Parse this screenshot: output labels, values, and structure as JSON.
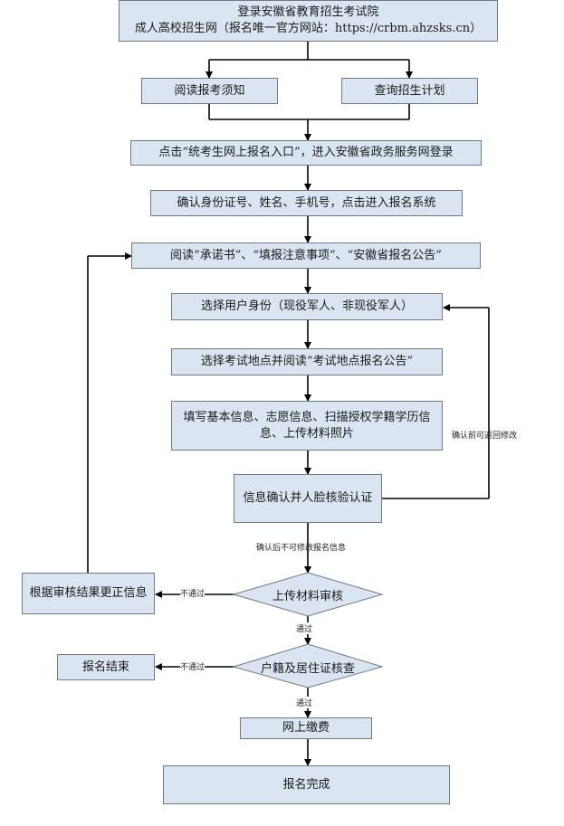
{
  "nodes": {
    "login_line1": "登录安徽省教育招生考试院",
    "login_line2": "成人高校招生网（报名唯一官方网站：https://crbm.ahzsks.cn）",
    "read_notice": "阅读报考须知",
    "query_plan": "查询招生计划",
    "click_entry": "点击“统考生网上报名入口”，进入安徽省政务服务网登录",
    "confirm_id": "确认身份证号、姓名、手机号，点击进入报名系统",
    "read_docs": "阅读“承诺书”、“填报注意事项”、“安徽省报名公告”",
    "select_identity": "选择用户身份（现役军人、非现役军人）",
    "select_site": "选择考试地点并阅读“考试地点报名公告”",
    "fill_info_line1": "填写基本信息、志愿信息、扫描授权学籍学历信",
    "fill_info_line2": "息、上传材料照片",
    "confirm_face": "信息确认并人脸核验认证",
    "upload_review": "上传材料审核",
    "correct_info": "根据审核结果更正信息",
    "residence_check": "户籍及居住证核查",
    "reg_end": "报名结束",
    "payment": "网上缴费",
    "reg_complete": "报名完成"
  },
  "edge_labels": {
    "modify_before_confirm": "确认前可返回修改",
    "no_modify_after_confirm": "确认后不可修改报名信息",
    "fail_1": "不通过",
    "pass_1": "通过",
    "fail_2": "不通过",
    "pass_2": "通过"
  },
  "colors": {
    "box_fill": "#dbe5f1",
    "box_border": "#6d7a88",
    "line": "#000000"
  }
}
